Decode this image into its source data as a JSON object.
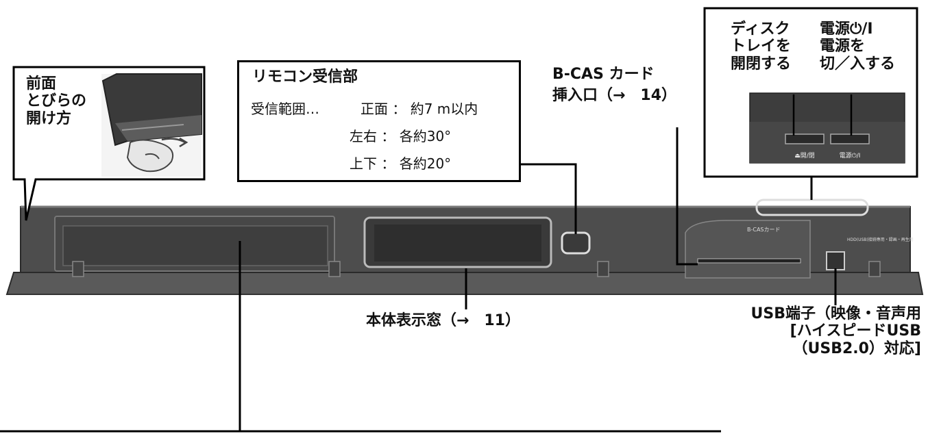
{
  "front_door": {
    "lines": [
      "前面",
      "とびらの",
      "開け方"
    ]
  },
  "remote_receiver": {
    "title": "リモコン受信部",
    "range_prefix": "受信範囲…",
    "rows": [
      {
        "dir": "正面",
        "sep": "：",
        "value": "約7 m以内"
      },
      {
        "dir": "左右",
        "sep": "：",
        "value": "各約30°"
      },
      {
        "dir": "上下",
        "sep": "：",
        "value": "各約20°"
      }
    ]
  },
  "bcas": {
    "line1": "B-CAS カード",
    "line2": "挿入口（→　14）"
  },
  "disc_tray": {
    "lines": [
      "ディスク",
      "トレイを",
      "開閉する"
    ],
    "button_label": "⏏開/閉"
  },
  "power": {
    "lines": [
      "電源⏻/I",
      "電源を",
      "切／入する"
    ],
    "button_label": "電源⏻/I"
  },
  "display_window": {
    "label": "本体表示窓（→　11）"
  },
  "usb": {
    "lines": [
      "USB端子（映像・音声用",
      "[ハイスピードUSB",
      "（USB2.0）対応]"
    ]
  },
  "device_print": {
    "bcas_slot": "B-CASカード",
    "usb_port": "HDD(USB)接続専用・録画・再生用"
  }
}
